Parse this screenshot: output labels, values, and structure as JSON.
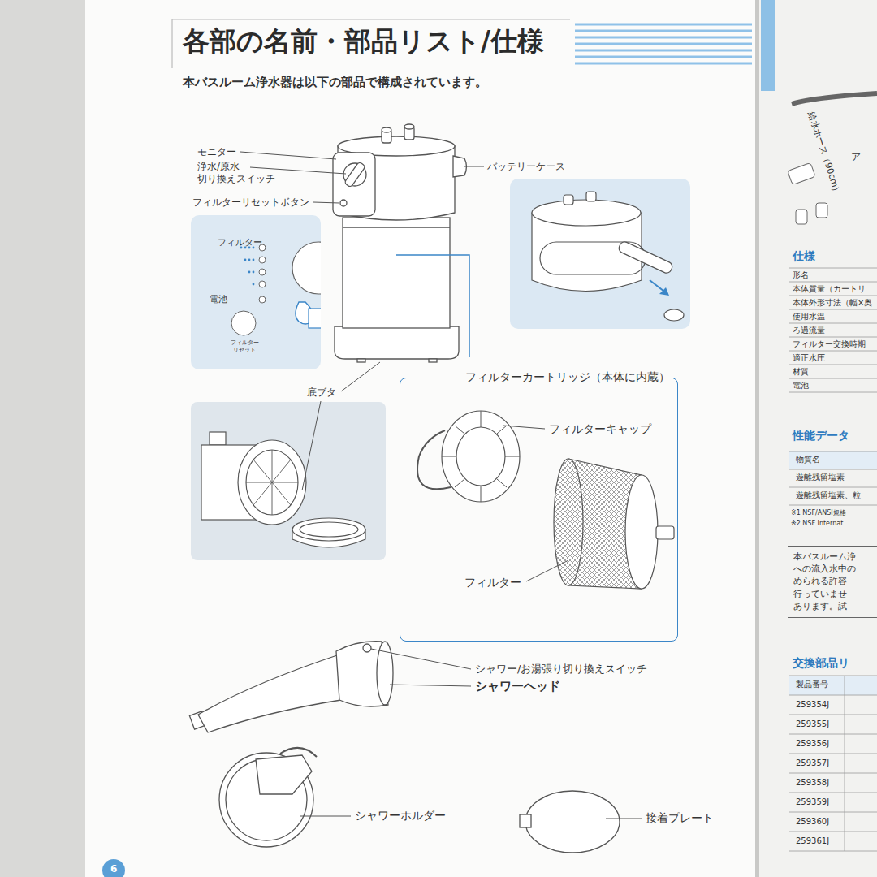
{
  "diagram": {
    "title": "各部の名前・部品リスト/仕様",
    "nodes": [
      {
        "text": [
          "フィルター",
          "電池",
          "フィルター リセット"
        ]
      },
      {
        "text": [
          "フィルターカートリッジ（本体に内蔵）"
        ]
      },
      {
        "text": [
          "本バスルーム浄 への流入水中の められる許容 行っていませ あります。試"
        ]
      }
    ],
    "labels": [
      "本バスルーム浄水器は以下の部品で構成されています。",
      "モニター",
      "浄水/原水 切り換えスイッチ",
      "フィルターリセットボタン",
      "バッテリーケース",
      "底ブタ",
      "フィルターキャップ",
      "フィルター",
      "シャワー/お湯張り切り換えスイッチ",
      "シャワーヘッド",
      "シャワーホルダー",
      "接着プレート",
      "給水ホース（90cm）",
      "ア",
      "仕様",
      "形名",
      "本体質量（カートリ",
      "本体外形寸法（幅×奥",
      "使用水温",
      "ろ過流量",
      "フィルター交換時期",
      "適正水圧",
      "材質",
      "電池",
      "性能データ",
      "物質名",
      "遊離残留塩素",
      "遊離残留塩素、粒",
      "※1 NSF/ANSI規格",
      "※2 NSF Internat",
      "交換部品リ",
      "製品番号",
      "259354J",
      "259355J",
      "259356J",
      "259357J",
      "259358J",
      "259359J",
      "259360J",
      "259361J",
      "6"
    ]
  }
}
